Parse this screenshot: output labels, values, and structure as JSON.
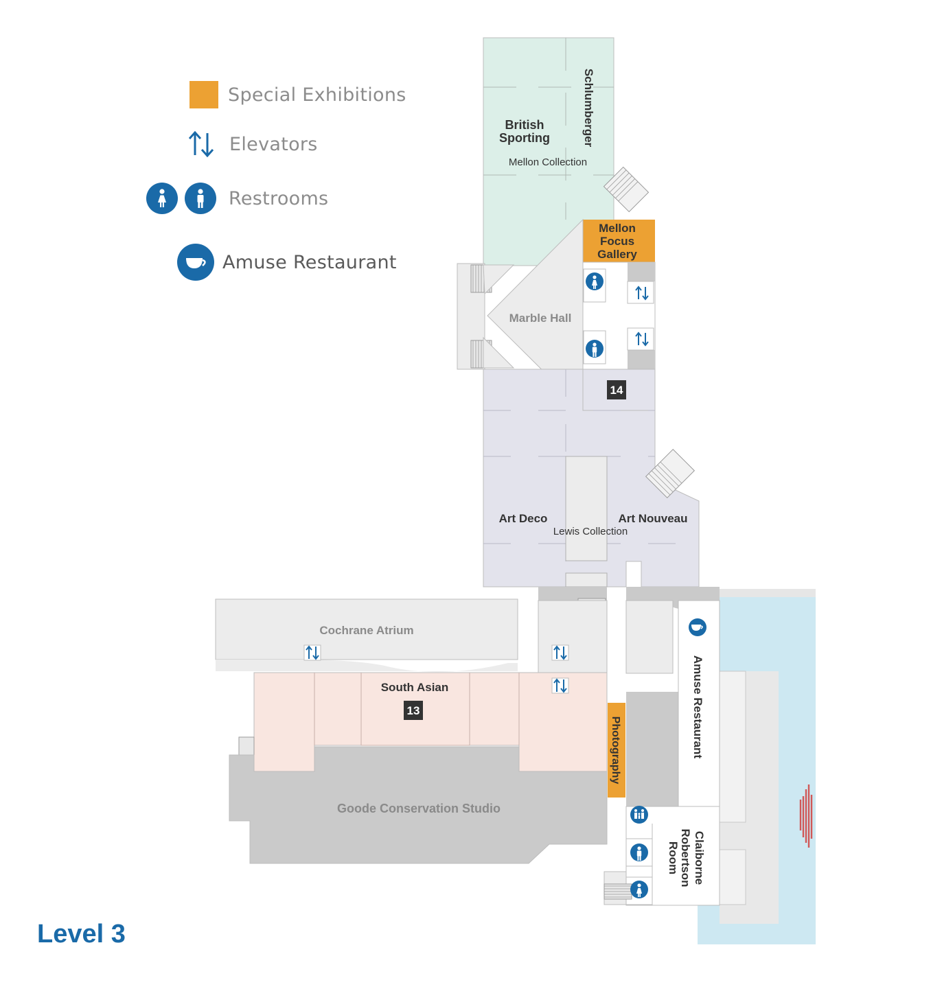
{
  "legend": {
    "special_exhibitions": "Special Exhibitions",
    "elevators": "Elevators",
    "restrooms": "Restrooms",
    "restaurant": "Amuse Restaurant"
  },
  "level_title": "Level 3",
  "rooms": {
    "british_sporting_line1": "British",
    "british_sporting_line2": "Sporting",
    "schlumberger": "Schlumberger",
    "mellon_collection": "Mellon Collection",
    "mellon_focus_line1": "Mellon",
    "mellon_focus_line2": "Focus",
    "mellon_focus_line3": "Gallery",
    "marble_hall": "Marble Hall",
    "art_deco": "Art Deco",
    "art_nouveau": "Art Nouveau",
    "lewis_collection": "Lewis Collection",
    "cochrane_atrium": "Cochrane Atrium",
    "south_asian": "South Asian",
    "photography": "Photography",
    "goode_conservation": "Goode Conservation Studio",
    "amuse_restaurant": "Amuse Restaurant",
    "claiborne_line1": "Claiborne",
    "claiborne_line2": "Robertson",
    "claiborne_line3": "Room"
  },
  "badges": {
    "gallery_14": "14",
    "gallery_13": "13"
  },
  "colors": {
    "special_exhibitions": "#eca133",
    "brand_blue": "#1a6aa8",
    "mellon_green": "#dcefe8",
    "lewis_lavender": "#e3e3ec",
    "south_asian_pink": "#f9e6e0",
    "water": "#cde8f2",
    "service_gray": "#cacaca",
    "light_gray": "#ececec"
  }
}
